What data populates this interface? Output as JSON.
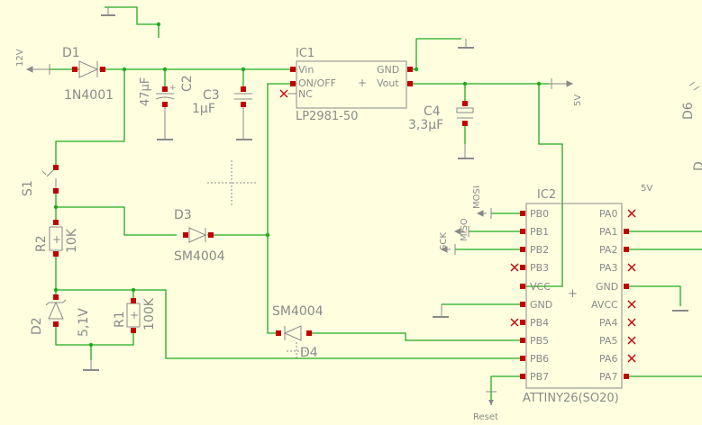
{
  "title": "Schematic editor canvas",
  "colors": {
    "background": "#ffffe0",
    "wire": "#1faa1f",
    "part": "#8a8a8a",
    "pad": "#c00000",
    "cross": "#c00000"
  },
  "labels": {
    "v12": "12V",
    "d1_name": "D1",
    "d1_value": "1N4001",
    "c2_value": "47µF",
    "c2_name": "C2",
    "c3_name": "C3",
    "c3_value": "1µF",
    "ic1_name": "IC1",
    "ic1_vin": "Vin",
    "ic1_onoff": "ON/OFF",
    "ic1_nc": "NC",
    "ic1_gnd": "GND",
    "ic1_vout": "Vout",
    "ic1_value": "LP2981-50",
    "c4_name": "C4",
    "c4_value": "3,3µF",
    "v5_top": "5V",
    "v5_right": "5V",
    "d6_name": "D6",
    "s1_name": "S1",
    "r2_name": "R2",
    "r2_value": "10K",
    "d3_name": "D3",
    "d3_value": "SM4004",
    "d2_name": "D2",
    "d2_value": "5,1V",
    "r1_name": "R1",
    "r1_value": "100K",
    "d4_value": "SM4004",
    "d4_name": "D4",
    "mosi": "MOSI",
    "miso": "MISO",
    "sck": "SCK",
    "ic2_name": "IC2",
    "pb0": "PB0",
    "pb1": "PB1",
    "pb2": "PB2",
    "pb3": "PB3",
    "vcc": "VCC",
    "gnd": "GND",
    "pb4": "PB4",
    "pb5": "PB5",
    "pb6": "PB6",
    "pb7": "PB7",
    "pa0": "PA0",
    "pa1": "PA1",
    "pa2": "PA2",
    "pa3": "PA3",
    "gnd2": "GND",
    "avcc": "AVCC",
    "pa4": "PA4",
    "pa5": "PA5",
    "pa6": "PA6",
    "pa7": "PA7",
    "ic2_value": "ATTINY26(SO20)",
    "reset": "Reset"
  }
}
